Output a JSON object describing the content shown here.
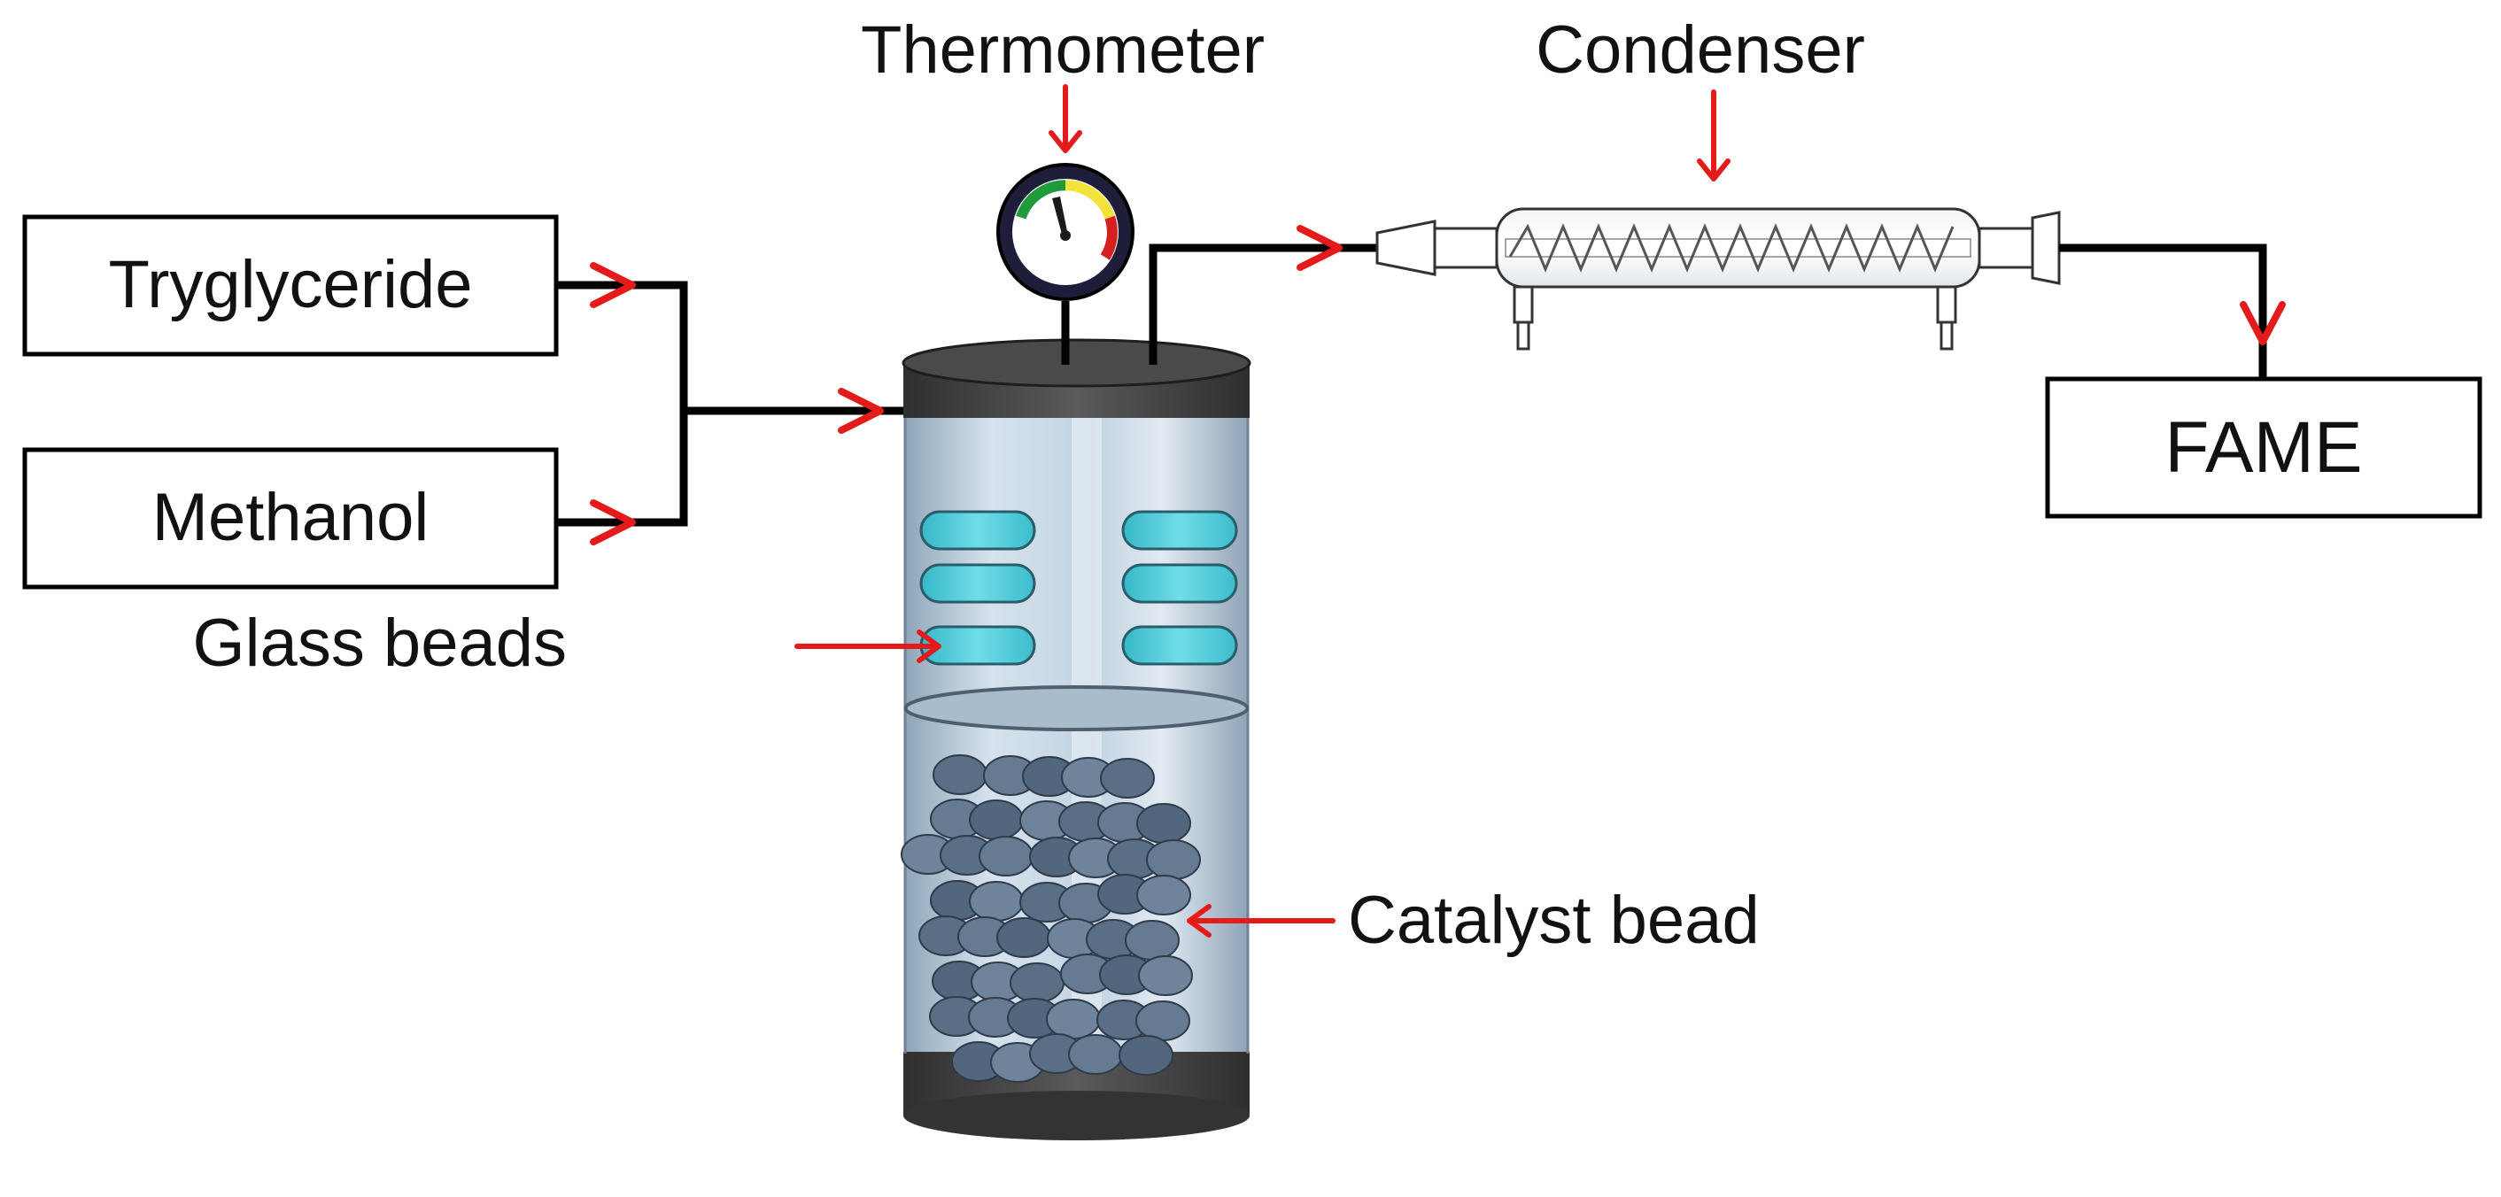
{
  "labels": {
    "triglyceride": "Tryglyceride",
    "methanol": "Methanol",
    "thermometer": "Thermometer",
    "condenser": "Condenser",
    "fame": "FAME",
    "glass_beads": "Glass beads",
    "catalyst_bead": "Catalyst bead"
  },
  "colors": {
    "pipe": "#000000",
    "arrow": "#e31b1b",
    "vessel_cap": "#3d3d3d",
    "vessel_glass": "#b9ccdc",
    "glass_bead": "#49c8d6",
    "catalyst_bead": "#5d7189",
    "gauge_green": "#1f9a3c",
    "gauge_yellow": "#f2e23a",
    "gauge_red": "#d62020"
  }
}
